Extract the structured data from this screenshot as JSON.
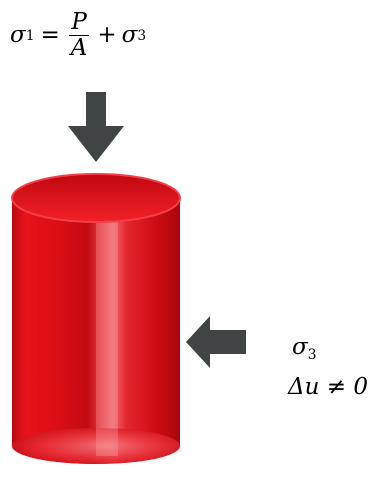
{
  "top_equation": {
    "lhs_symbol": "σ",
    "lhs_subscript": "1",
    "equals": "=",
    "fraction_numerator": "P",
    "fraction_denominator": "A",
    "plus": "+",
    "rhs_symbol": "σ",
    "rhs_subscript": "3"
  },
  "side_label": {
    "symbol": "σ",
    "subscript": "3"
  },
  "pore_pressure_label": {
    "text": "Δu ≠ 0"
  },
  "colors": {
    "cylinder_red": "#e8101a",
    "cylinder_dark": "#a8060c",
    "arrow_gray": "#404444"
  }
}
